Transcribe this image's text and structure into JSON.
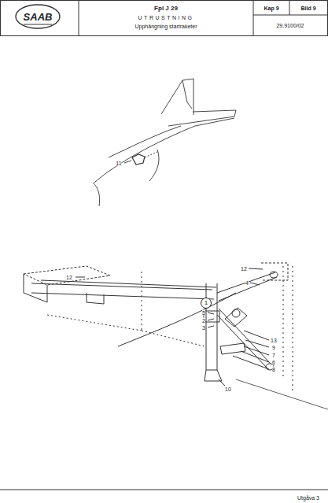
{
  "diagram": {
    "nodes": [
      {
        "text": [
          "1"
        ]
      }
    ],
    "labels": [
      "SAAB",
      "Fpl J 29",
      "UTRUSTNING",
      "Upphängning startraketer",
      "Kap 9",
      "Bild 9",
      "29.9100/02",
      "11",
      "12",
      "12",
      "4",
      "5",
      "2",
      "3",
      "13",
      "9",
      "7",
      "6",
      "8",
      "10",
      "Utgåva 3"
    ]
  }
}
